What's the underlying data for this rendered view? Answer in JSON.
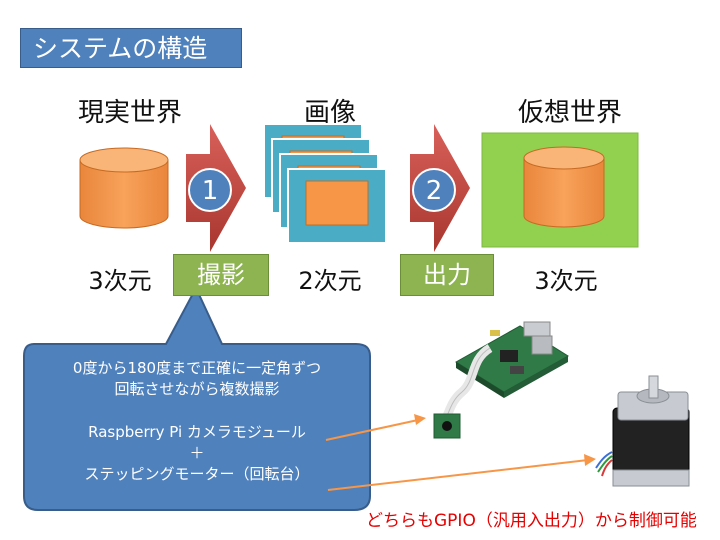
{
  "title": "システムの構造",
  "stages": {
    "real": "現実世界",
    "image": "画像",
    "virtual": "仮想世界"
  },
  "dims": {
    "real": "3次元",
    "image": "2次元",
    "virtual": "3次元"
  },
  "steps": [
    {
      "number": "1",
      "label": "撮影"
    },
    {
      "number": "2",
      "label": "出力"
    }
  ],
  "callout": {
    "line1": "0度から180度まで正確に一定角ずつ",
    "line2": "回転させながら複数撮影",
    "line3": "Raspberry Pi カメラモジュール",
    "plus": "＋",
    "line4": "ステッピングモーター（回転台）"
  },
  "note": "どちらもGPIO（汎用入出力）から制御可能",
  "colors": {
    "blue": "#4f81bd",
    "orange": "#f79646",
    "green": "#8db450",
    "teal": "#4bacc6",
    "red_arrow": "#c0504d"
  }
}
